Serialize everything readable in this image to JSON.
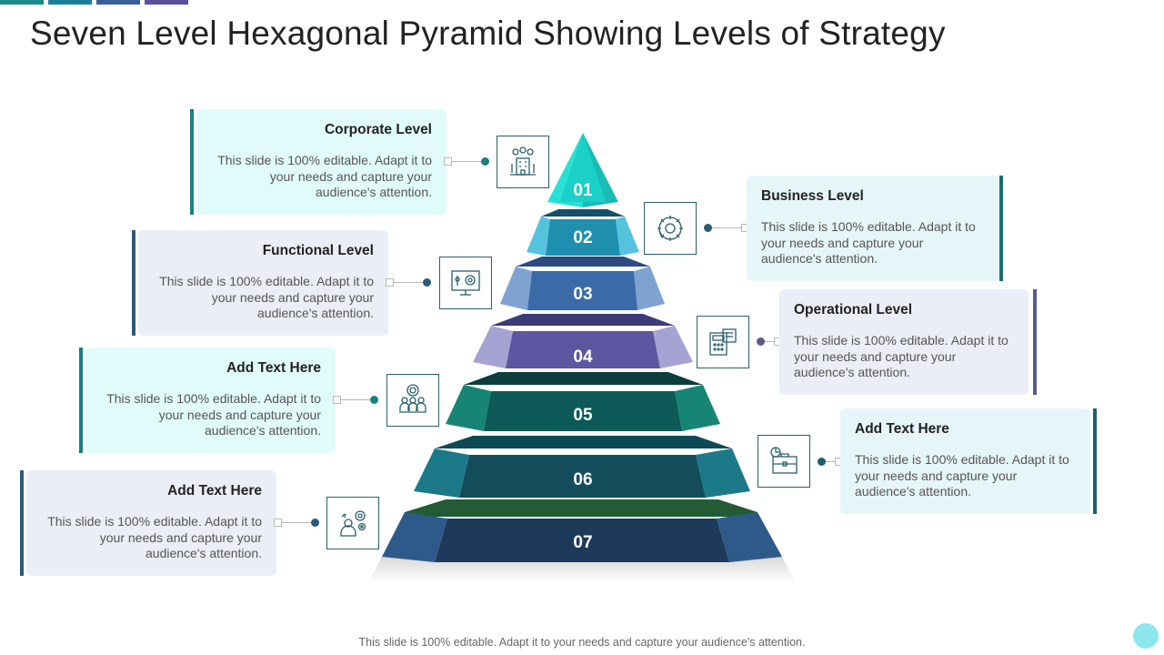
{
  "title": "Seven Level Hexagonal Pyramid Showing Levels of Strategy",
  "footer": "This slide is 100% editable. Adapt it to your needs and capture your audience's attention.",
  "colors": {
    "topbar": [
      "#1a8a8a",
      "#1b7f9a",
      "#3a5f9a",
      "#5a4f9a"
    ],
    "accent_teal": "#1a8080",
    "accent_blue": "#2c5a7a",
    "accent_purple": "#5a5a8a",
    "box_cyan": "#e0fbfa",
    "box_blue": "#e6f5f8",
    "box_gray": "#ebeef6"
  },
  "levels": [
    {
      "num": "01",
      "heading": "Corporate Level",
      "text": "This slide is 100% editable. Adapt it to your needs and capture your audience's attention.",
      "icon": "corporate-building-icon"
    },
    {
      "num": "02",
      "heading": "Business Level",
      "text": "This slide is 100% editable. Adapt it to your needs and capture your audience's attention.",
      "icon": "gears-icon"
    },
    {
      "num": "03",
      "heading": "Functional Level",
      "text": "This slide is 100% editable. Adapt it to your needs and capture your audience's attention.",
      "icon": "monitor-settings-icon"
    },
    {
      "num": "04",
      "heading": "Operational Level",
      "text": "This slide is 100% editable. Adapt it to your needs and capture your audience's attention.",
      "icon": "calculator-dashboard-icon"
    },
    {
      "num": "05",
      "heading": "Add Text Here",
      "text": "This slide is 100% editable. Adapt it to your needs and capture your audience's attention.",
      "icon": "team-network-icon"
    },
    {
      "num": "06",
      "heading": "Add Text Here",
      "text": "This slide is 100% editable. Adapt it to your needs and capture your audience's attention.",
      "icon": "briefcase-chart-icon"
    },
    {
      "num": "07",
      "heading": "Add Text Here",
      "text": "This slide is 100% editable. Adapt it to your needs and capture your audience's attention.",
      "icon": "person-gears-icon"
    }
  ]
}
